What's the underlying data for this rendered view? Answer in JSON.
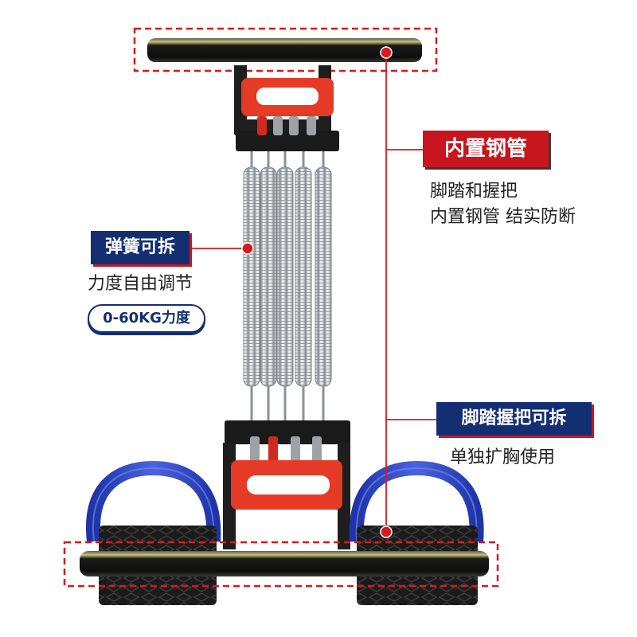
{
  "callouts": {
    "steel_tube": {
      "title": "内置钢管",
      "lines": [
        "脚踏和握把",
        "内置钢管 结实防断"
      ]
    },
    "springs": {
      "title": "弹簧可拆",
      "desc": "力度自由调节",
      "badge": "0-60KG力度"
    },
    "handles": {
      "title": "脚踏握把可拆",
      "desc": "单独扩胸使用"
    }
  },
  "colors": {
    "accent_red": "#c8161e",
    "accent_navy": "#142e72",
    "spring_silver": "#c9ccd1",
    "grip_red": "#e23b2a",
    "strap_blue": "#2b45c9"
  }
}
